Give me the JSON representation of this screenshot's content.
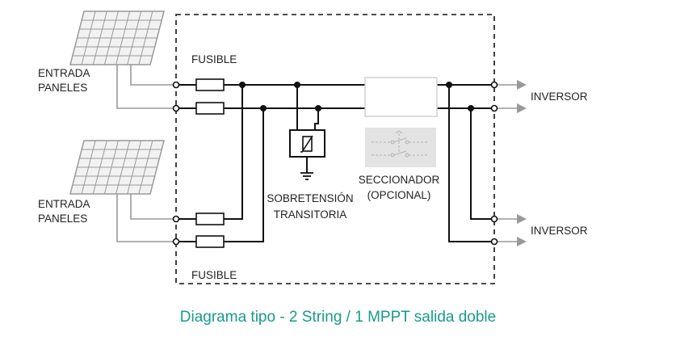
{
  "labels": {
    "input_top": [
      "ENTRADA",
      "PANELES"
    ],
    "input_bottom": [
      "ENTRADA",
      "PANELES"
    ],
    "fuse_top": "FUSIBLE",
    "fuse_bottom": "FUSIBLE",
    "output_top": "INVERSOR",
    "output_bottom": "INVERSOR",
    "surge": [
      "SOBRETENSIÓN",
      "TRANSITORIA"
    ],
    "disconnector": [
      "SECCIONADOR",
      "(OPCIONAL)"
    ]
  },
  "caption": "Diagrama tipo - 2 String  / 1 MPPT salida doble",
  "colors": {
    "wire": "#111111",
    "panel_wire": "#999999",
    "arrow": "#999999",
    "optional": "#cccccc",
    "caption": "#1a9a8a"
  }
}
